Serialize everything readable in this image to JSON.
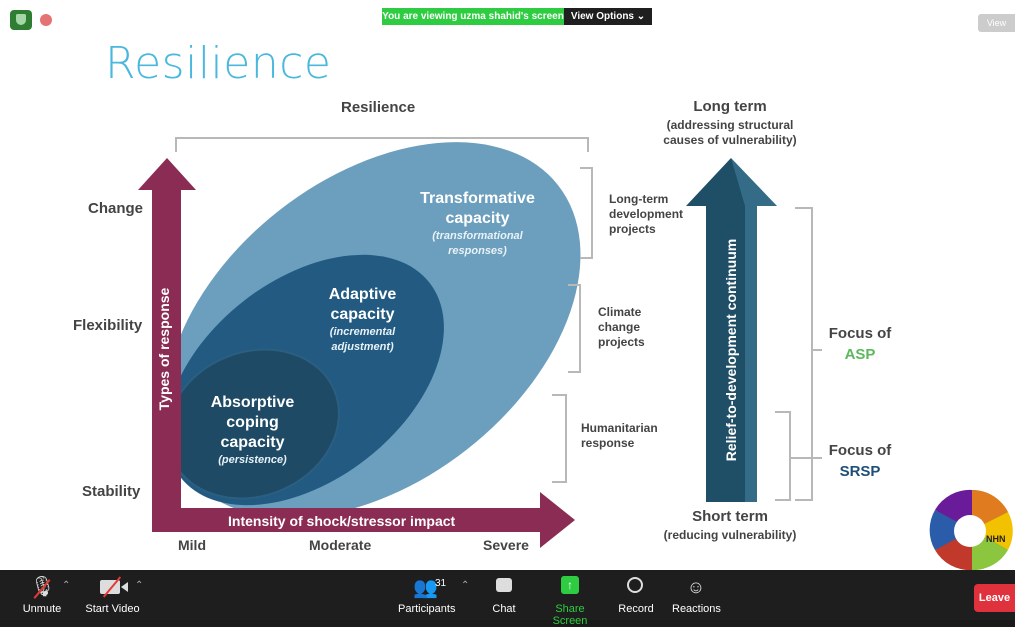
{
  "meeting": {
    "banner_text": "You are viewing uzma shahid's screen",
    "view_options": "View Options ⌄",
    "view_button": "View"
  },
  "slide": {
    "title": "Resilience",
    "bracket_label": "Resilience",
    "y_axis_label": "Types of response",
    "x_axis_label": "Intensity of shock/stressor impact",
    "levels": {
      "change": "Change",
      "flexibility": "Flexibility",
      "stability": "Stability"
    },
    "intensity": {
      "mild": "Mild",
      "moderate": "Moderate",
      "severe": "Severe"
    },
    "capacities": {
      "transformative": {
        "title": "Transformative capacity",
        "line1": "Transformative",
        "line2": "capacity",
        "sub1": "(transformational",
        "sub2": "responses)"
      },
      "adaptive": {
        "line1": "Adaptive",
        "line2": "capacity",
        "sub1": "(incremental",
        "sub2": "adjustment)"
      },
      "absorptive": {
        "line1": "Absorptive",
        "line2": "coping",
        "line3": "capacity",
        "sub1": "(persistence)"
      }
    },
    "brackets": {
      "longterm": [
        "Long-term",
        "development",
        "projects"
      ],
      "climate": [
        "Climate",
        "change",
        "projects"
      ],
      "humanitarian": [
        "Humanitarian",
        "response"
      ]
    },
    "continuum": {
      "long_term": "Long term",
      "long_term_sub1": "(addressing structural",
      "long_term_sub2": "causes of vulnerability)",
      "arrow_label": "Relief-to-development continuum",
      "short_term": "Short term",
      "short_term_sub": "(reducing vulnerability)"
    },
    "focus": {
      "asp_label": "Focus of",
      "asp": "ASP",
      "srsp_label": "Focus of",
      "srsp": "SRSP"
    },
    "logo_text": "NHN",
    "colors": {
      "title": "#4ab7dd",
      "asp": "#5cb85c",
      "srsp": "#1f4e79",
      "axis": "#8b2c54",
      "outer": "#6c9fbd",
      "mid": "#225a82",
      "inner": "#1e4a66",
      "continuum": "#1f4f66"
    }
  },
  "toolbar": {
    "unmute": "Unmute",
    "start_video": "Start Video",
    "participants": "Participants",
    "participants_count": "31",
    "chat": "Chat",
    "share_screen": "Share Screen",
    "record": "Record",
    "reactions": "Reactions",
    "leave": "Leave"
  }
}
